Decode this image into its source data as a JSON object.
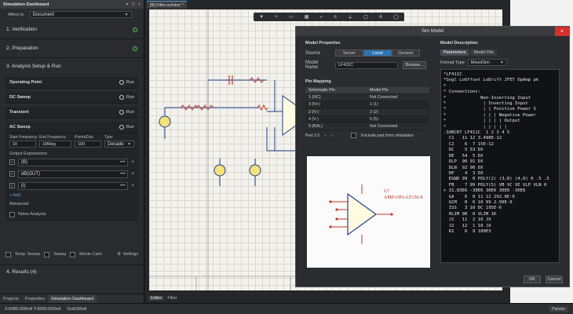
{
  "panel": {
    "title": "Simulation Dashboard",
    "affect_label": "Affect to:",
    "affect_value": "Document",
    "sections": [
      {
        "label": "1. Verification"
      },
      {
        "label": "2. Preparation"
      },
      {
        "label": "3. Analysis Setup & Run"
      }
    ],
    "analyses": [
      {
        "label": "Operating Point",
        "run": "Run"
      },
      {
        "label": "DC Sweep",
        "run": "Run"
      },
      {
        "label": "Transient",
        "run": "Run"
      },
      {
        "label": "AC Sweep",
        "run": "Run"
      }
    ],
    "ac": {
      "h_start": "Start Frequency",
      "h_end": "End Frequency",
      "h_points": "Points/Dec",
      "h_type": "Type",
      "start": "10",
      "end": "10Meg",
      "points": "100",
      "type": "Decade",
      "output_label": "Output Expressions",
      "expressions": [
        "(B)",
        "dB(OUT)",
        "(I)"
      ],
      "add": "+ Add",
      "advanced": "Advanced",
      "noise": "Noise Analysis"
    },
    "bottom": {
      "temp": "Temp. Sweep",
      "sweep": "Sweep",
      "monte": "Monte Carlo",
      "settings": "Settings"
    },
    "results": "4. Results (4)",
    "tabs": [
      "Projects",
      "Properties",
      "Simulation Dashboard"
    ]
  },
  "document": {
    "tab": "[B] Filter.schdoc *",
    "editor_tabs": [
      "Editor",
      "Filter"
    ]
  },
  "status": {
    "coords": "X:5450.000mil Y:6050.000mil",
    "grid": "Grid:50mil",
    "panels": "Panels"
  },
  "dialog": {
    "title": "Sim Model",
    "model_properties": "Model Properties",
    "source_label": "Source",
    "source_options": [
      "Server",
      "Local",
      "Generic"
    ],
    "model_name_label": "Model Name",
    "model_name": "LF411C",
    "browse": "Browse...",
    "pin_mapping": "Pin Mapping",
    "pin_headers": [
      "Schematic Pin",
      "Model Pin"
    ],
    "pins": [
      [
        "1 (NC)",
        "Not Connected"
      ],
      [
        "3 (N+)",
        "1 (1)"
      ],
      [
        "2 (N-)",
        "2 (2)"
      ],
      [
        "4 (V-)",
        "5 (5)"
      ],
      [
        "5 (BAL)",
        "Not Connected"
      ]
    ],
    "part": "Part 1/1",
    "exclude": "Exclude part from simulation",
    "symbol_label": "U?",
    "symbol_name": "AMP-OPA-LF156-8",
    "model_description": "Model Description",
    "desc_tabs": [
      "Parameters",
      "Model File"
    ],
    "format_label": "Format Type",
    "format_value": "MixedSim",
    "code": "*LF411C\n*Sngl LoOffset LoDrift JFET OpAmp pk\n*\n* Connections:\n*             Non-Inverting Input\n*              | Inverting Input\n*              | | Positive Power S\n*              | | | Negative Power\n*              | | | | Output\n*              | | | | |\n.SUBCKT LF411C  1 2 3 4 5\n  C1   11 12 3.498E-12\n  C2    6  7 15E-12\n  DC    5 53 DX\n  DE   54  5 DX\n  DLP  90 91 DX\n  DLN  92 90 DX\n  DP    4  3 DX\n  EGND 99  0 POLY(2) (3,0) (4,0) 0 .5 .5\n  FB    7 99 POLY(5) VB VC VE VLP VLN 0\n+ 31.83E6 -30E6 30E6 30E6 -30E6\n  GA    6  0 11 12 292.8E-6\n  GCM   0  6 10 99 2.99E-9\n  ISS   3 10 DC 195E-6\n  HLIM 90  0 VLIM 1K\n  J1   11  2 10 JX\n  J2   12  1 10 JX\n  R2    6  9 100E3",
    "ok": "OK",
    "cancel": "Cancel"
  },
  "colors": {
    "accent": "#2c74b6",
    "ok_green": "#57c65a",
    "close_red": "#d6302b",
    "wire_red": "#c0392b"
  }
}
